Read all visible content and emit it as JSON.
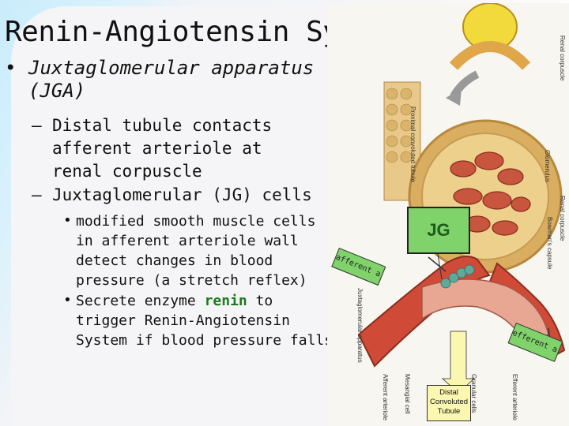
{
  "slide": {
    "title": "Renin-Angiotensin System",
    "bullet1": "Juxtaglomerular apparatus (JGA)",
    "sub1": "Distal tubule contacts afferent arteriole at renal corpuscle",
    "sub2": "Juxtaglomerular (JG) cells",
    "subsub1": "modified smooth muscle cells in afferent arteriole wall detect changes in blood pressure (a stretch reflex)",
    "subsub2_pre": "Secrete enzyme ",
    "subsub2_highlight": "renin",
    "subsub2_post": " to trigger Renin-Angiotensin System if blood pressure falls"
  },
  "diagram": {
    "jg_label": "JG",
    "afferent_label": "afferent art",
    "efferent_label": "efferent art",
    "dct_label": "Distal Convoluted Tubule",
    "labels": {
      "renal_corpuscle_top": "Renal corpuscle",
      "pct": "Proximal convoluted tubule",
      "glomerulus": "Glomerulus",
      "renal_corpuscle": "Renal corpuscle",
      "bowmans": "Bowman's capsule",
      "jga": "Juxtaglomerular apparatus",
      "afferent_arteriole": "Afferent arteriole",
      "mesangial": "Mesangial cell",
      "granular": "Granular cells",
      "efferent_arteriole": "Efferent arteriole"
    },
    "colors": {
      "highlight_green": "#7fd36a",
      "dct_yellow": "#fbf7b0",
      "renin_text": "#1d7a1d"
    }
  }
}
